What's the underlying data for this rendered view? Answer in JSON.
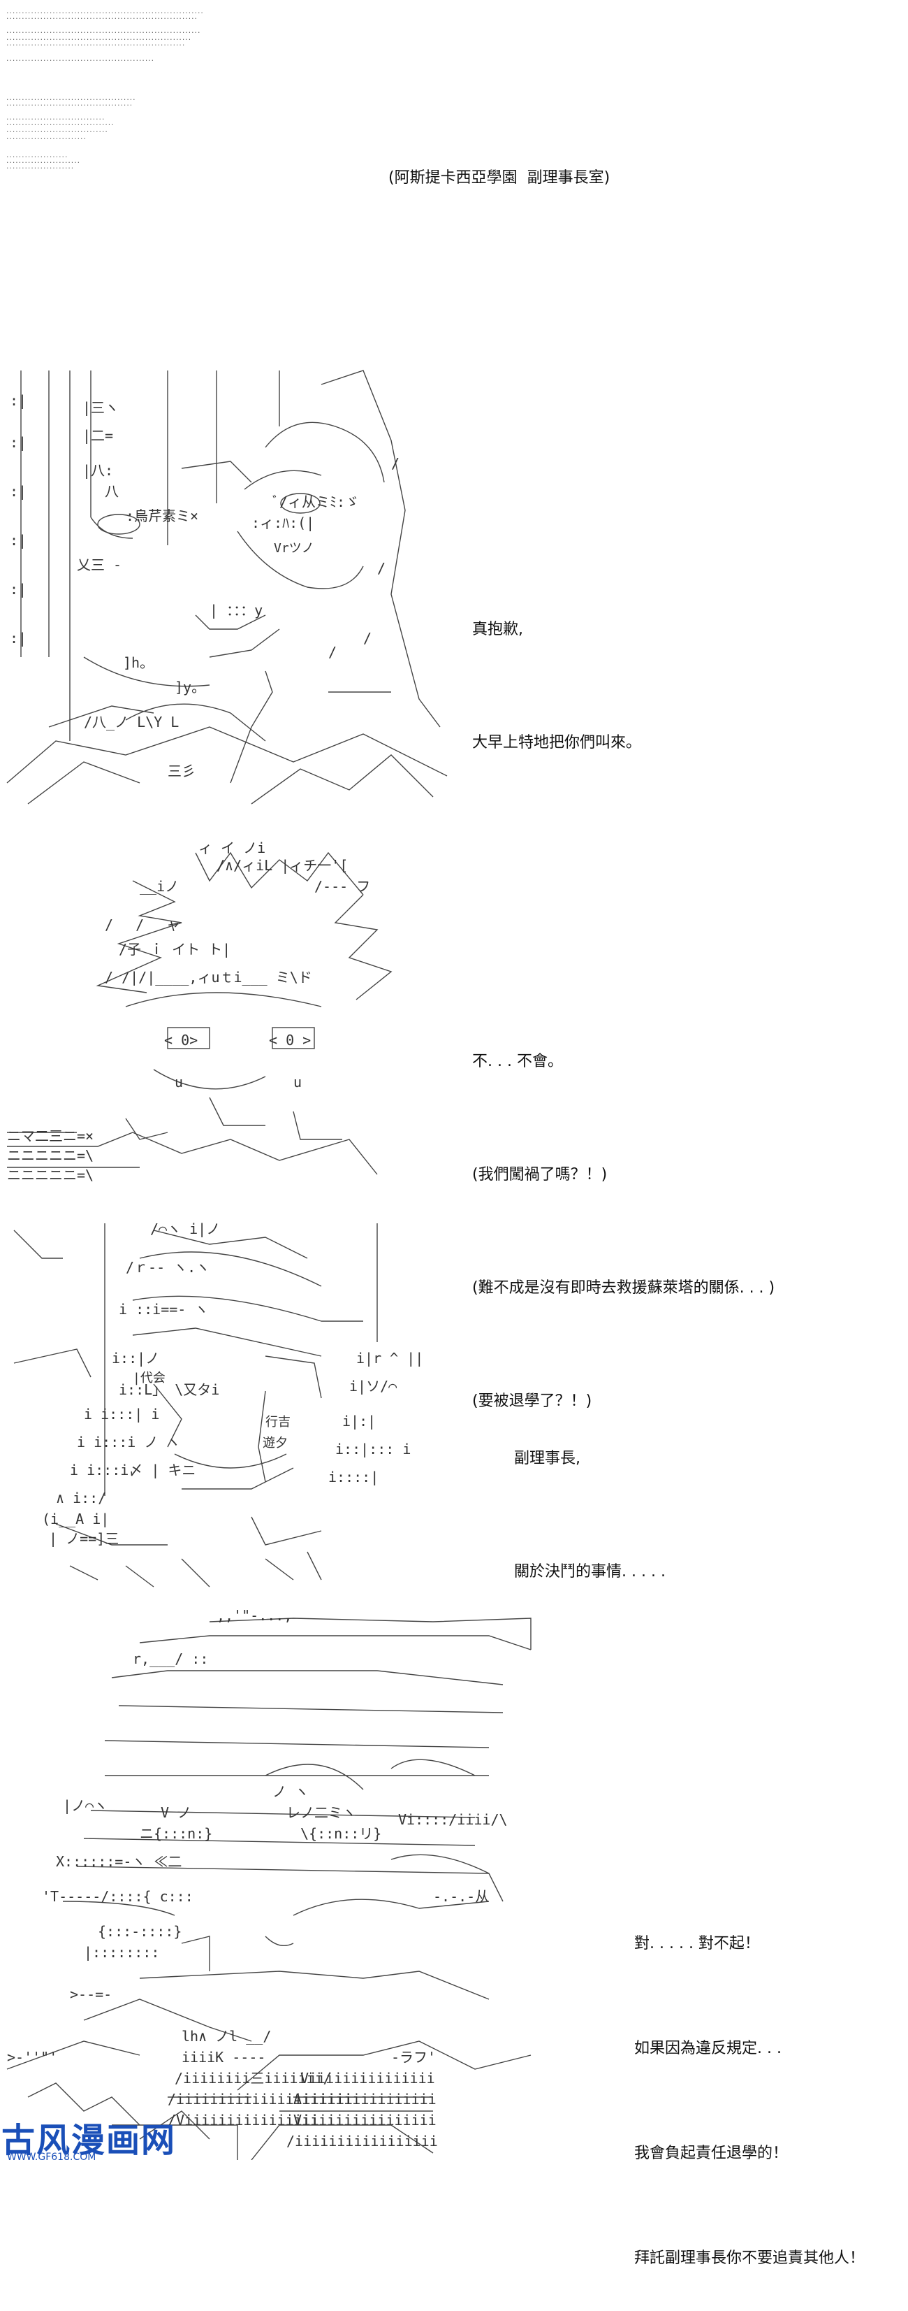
{
  "header": {
    "location_caption": "(阿斯提卡西亞學園  副理事長室)"
  },
  "panels": [
    {
      "id": "panel-1",
      "lines": [
        "真抱歉,",
        "大早上特地把你們叫來。"
      ]
    },
    {
      "id": "panel-2",
      "lines": [
        "不. . . 不會。",
        "(我們闖禍了嗎？！)",
        "(難不成是沒有即時去救援蘇萊塔的關係. . . )",
        "(要被退學了？！)"
      ]
    },
    {
      "id": "panel-3",
      "lines": [
        "副理事長,",
        "關於決鬥的事情. . . . ."
      ]
    },
    {
      "id": "panel-4",
      "lines": [
        "對. . . . . 對不起！",
        "如果因為違反規定. . .",
        "我會負起責任退學的！",
        "拜託副理事長你不要追責其他人！"
      ]
    }
  ],
  "art_labels": {
    "panel1_tag": "Vrツノ",
    "panel3_tag_a": "|代会",
    "panel3_tag_b": "行吉",
    "panel3_tag_c": "遊夕"
  },
  "watermark": {
    "brand": "古风漫画网",
    "url": "WWW.GF618.COM"
  }
}
